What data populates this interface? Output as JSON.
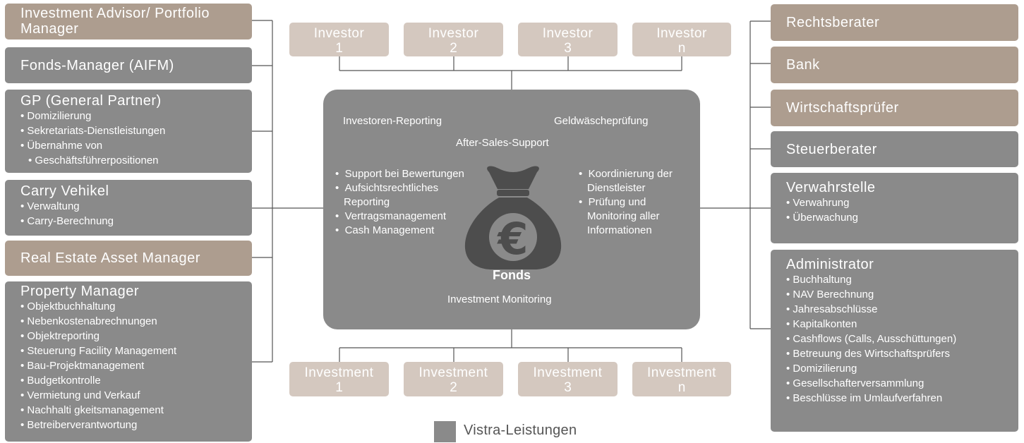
{
  "left": {
    "investment_advisor": {
      "line1": "Investment Advisor/ Portfolio",
      "line2": "Manager"
    },
    "fonds_manager": {
      "title": "Fonds-Manager (AIFM)"
    },
    "gp": {
      "title": "GP (General Partner)",
      "items": [
        "Domizilierung",
        "Sekretariats-Dienstleistungen",
        "Übernahme von",
        "Geschäftsführerpositionen"
      ]
    },
    "carry": {
      "title": "Carry Vehikel",
      "items": [
        "Verwaltung",
        "Carry-Berechnung"
      ]
    },
    "real_estate": {
      "title": "Real Estate Asset Manager"
    },
    "property": {
      "title": "Property Manager",
      "items": [
        "Objektbuchhaltung",
        "Nebenkostenabrechnungen",
        "Objektreporting",
        "Steuerung Facility Management",
        "Bau-Projektmanagement",
        "Budgetkontrolle",
        "Vermietung und Verkauf",
        "Nachhalti gkeitsmanagement",
        "Betreiberverantwortung"
      ]
    }
  },
  "investors": [
    {
      "label": "Investor",
      "id": "1"
    },
    {
      "label": "Investor",
      "id": "2"
    },
    {
      "label": "Investor",
      "id": "3"
    },
    {
      "label": "Investor",
      "id": "n"
    }
  ],
  "investments": [
    {
      "label": "Investment",
      "id": "1"
    },
    {
      "label": "Investment",
      "id": "2"
    },
    {
      "label": "Investment",
      "id": "3"
    },
    {
      "label": "Investment",
      "id": "n"
    }
  ],
  "center": {
    "investoren_reporting": "Investoren-Reporting",
    "geldwaeschepruefung": "Geldwäscheprüfung",
    "after_sales": "After-Sales-Support",
    "left_items": [
      "Support bei Bewertungen",
      "Aufsichtsrechtliches Reporting",
      "Vertragsmanagement",
      "Cash Management"
    ],
    "right_items": [
      "Koordinierung der Dienstleister",
      "Prüfung und Monitoring aller Informationen"
    ],
    "fonds": "Fonds",
    "investment_monitoring": "Investment Monitoring",
    "currency_symbol": "€"
  },
  "right": {
    "rechtsberater": {
      "title": "Rechtsberater"
    },
    "bank": {
      "title": "Bank"
    },
    "wirtschaftspruefer": {
      "title": "Wirtschaftsprüfer"
    },
    "steuerberater": {
      "title": "Steuerberater"
    },
    "verwahrstelle": {
      "title": "Verwahrstelle",
      "items": [
        "Verwahrung",
        "Überwachung"
      ]
    },
    "administrator": {
      "title": "Administrator",
      "items": [
        "Buchhaltung",
        "NAV Berechnung",
        "Jahresabschlüsse",
        "Kapitalkonten",
        "Cashflows (Calls, Ausschüttungen)",
        "Betreuung des Wirtschaftsprüfers",
        "Domizilierung",
        "Gesellschafterversammlung",
        "Beschlüsse im Umlaufverfahren"
      ]
    }
  },
  "legend": {
    "label": "Vistra-Leistungen"
  },
  "colors": {
    "vistra_grey": "#8a8a8a",
    "external_tan": "#ad9d8f",
    "light_beige": "#d4c8bf",
    "connector": "#555555"
  }
}
